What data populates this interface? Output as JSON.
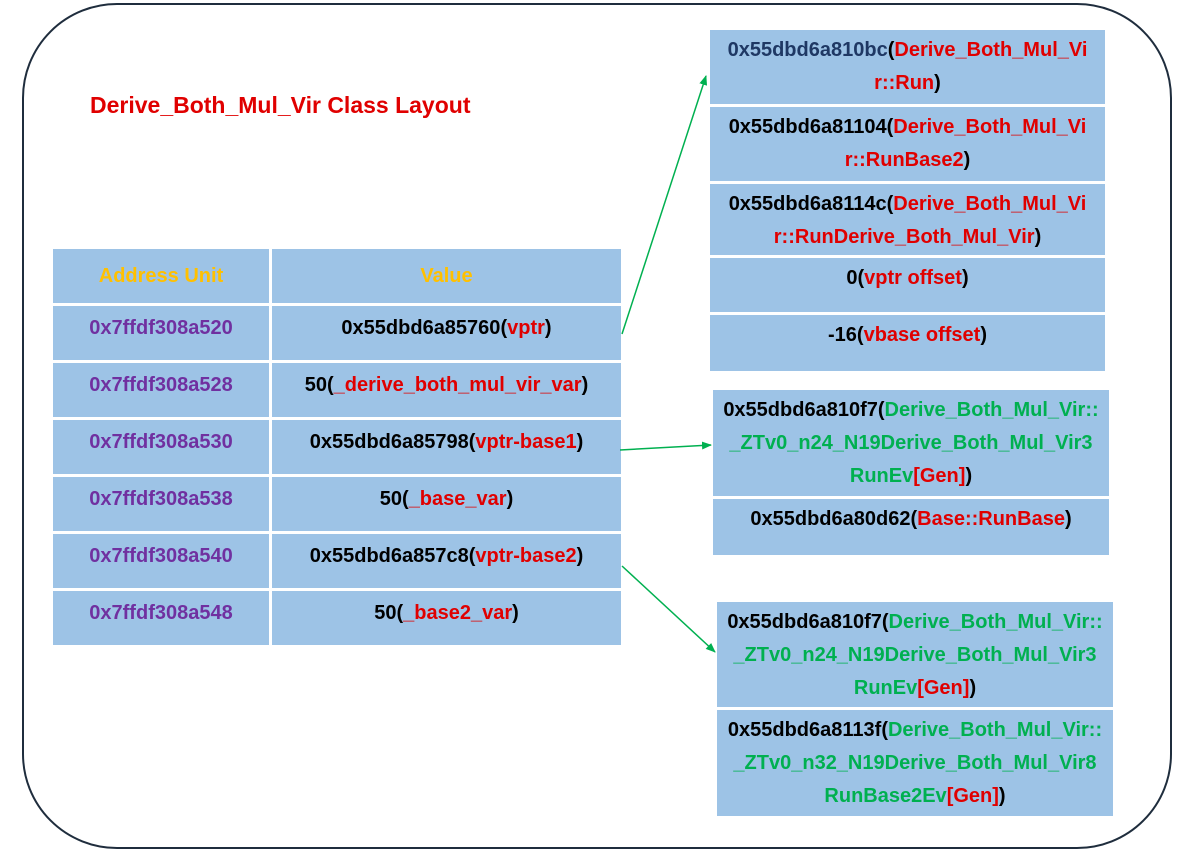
{
  "title": "Derive_Both_Mul_Vir Class Layout",
  "colors": {
    "cell_bg": "#9dc3e6",
    "title_red": "#e00000",
    "header_gold": "#ffc000",
    "address_purple": "#7030a0",
    "symbol_green": "#00b050",
    "arrow_green": "#00b050"
  },
  "table": {
    "headers": [
      "Address Unit",
      "Value"
    ],
    "rows": [
      {
        "address": "0x7ffdf308a520",
        "value": "0x55dbd6a85760",
        "label": "vptr"
      },
      {
        "address": "0x7ffdf308a528",
        "value": "50",
        "label": "_derive_both_mul_vir_var"
      },
      {
        "address": "0x7ffdf308a530",
        "value": "0x55dbd6a85798",
        "label": "vptr-base1"
      },
      {
        "address": "0x7ffdf308a538",
        "value": "50",
        "label": "_base_var"
      },
      {
        "address": "0x7ffdf308a540",
        "value": "0x55dbd6a857c8",
        "label": "vptr-base2"
      },
      {
        "address": "0x7ffdf308a548",
        "value": "50",
        "label": "_base2_var"
      }
    ]
  },
  "vtable_main": [
    {
      "addr": "0x55dbd6a810bc",
      "symbol": "Derive_Both_Mul_Vir::Run"
    },
    {
      "addr": "0x55dbd6a81104",
      "symbol": "Derive_Both_Mul_Vir::RunBase2"
    },
    {
      "addr": "0x55dbd6a8114c",
      "symbol": "Derive_Both_Mul_Vir::RunDerive_Both_Mul_Vir"
    },
    {
      "addr": "0",
      "symbol": "vptr offset"
    },
    {
      "addr": "-16",
      "symbol": "vbase offset"
    }
  ],
  "vtable_base1": [
    {
      "addr": "0x55dbd6a810f7",
      "symbol": "Derive_Both_Mul_Vir::_ZTv0_n24_N19Derive_Both_Mul_Vir3RunEv",
      "tag": "[Gen]"
    },
    {
      "addr": "0x55dbd6a80d62",
      "symbol": "Base::RunBase"
    }
  ],
  "vtable_base2": [
    {
      "addr": "0x55dbd6a810f7",
      "symbol": "Derive_Both_Mul_Vir::_ZTv0_n24_N19Derive_Both_Mul_Vir3RunEv",
      "tag": "[Gen]"
    },
    {
      "addr": "0x55dbd6a8113f",
      "symbol": "Derive_Both_Mul_Vir::_ZTv0_n32_N19Derive_Both_Mul_Vir8RunBase2Ev",
      "tag": "[Gen]"
    }
  ],
  "punct": {
    "open": "(",
    "close": ")"
  }
}
